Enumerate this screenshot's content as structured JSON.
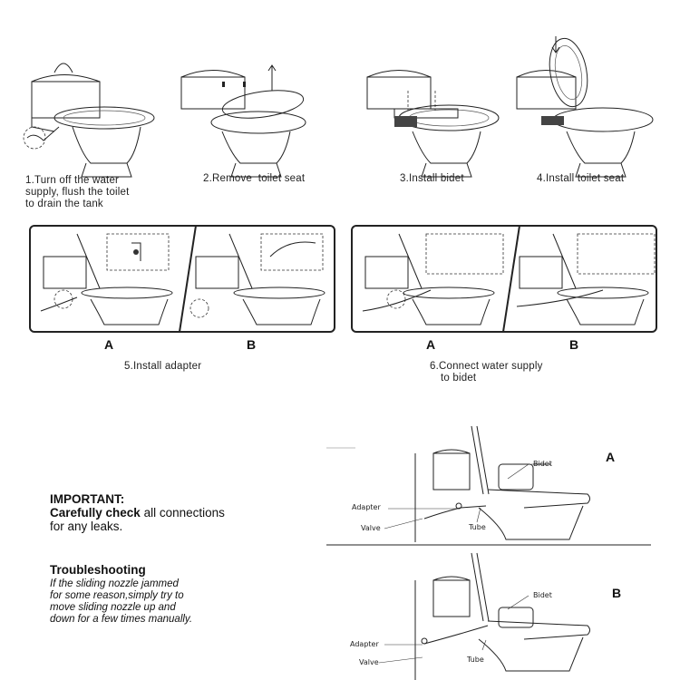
{
  "steps": [
    {
      "label": "1.Turn off the water supply, flush the toilet to drain the tank",
      "line1": "1.Turn off the water",
      "line2": "supply, flush the toilet",
      "line3": "to drain the tank"
    },
    {
      "label": "2.Remove  toilet seat"
    },
    {
      "label": "3.Install bidet"
    },
    {
      "label": "4.Install toilet seat"
    }
  ],
  "step5": {
    "label": "5.Install adapter",
    "panel_a": "A",
    "panel_b": "B"
  },
  "step6": {
    "line1": "6.Connect water supply",
    "line2": "to bidet",
    "panel_a": "A",
    "panel_b": "B"
  },
  "important": {
    "title": "IMPORTANT:",
    "bold_part": "Carefully check",
    "rest_part": " all connections",
    "line2": "for any leaks."
  },
  "troubleshooting": {
    "title": "Troubleshooting",
    "lines": [
      "If the sliding nozzle jammed",
      "for some reason,simply try to",
      "move sliding nozzle up and",
      "down for a few times manually."
    ]
  },
  "diagram_a": {
    "letter": "A",
    "bidet": "Bidet",
    "adapter": "Adapter",
    "valve": "Valve",
    "tube": "Tube"
  },
  "diagram_b": {
    "letter": "B",
    "bidet": "Bidet",
    "adapter": "Adapter",
    "valve": "Valve",
    "tube": "Tube"
  }
}
